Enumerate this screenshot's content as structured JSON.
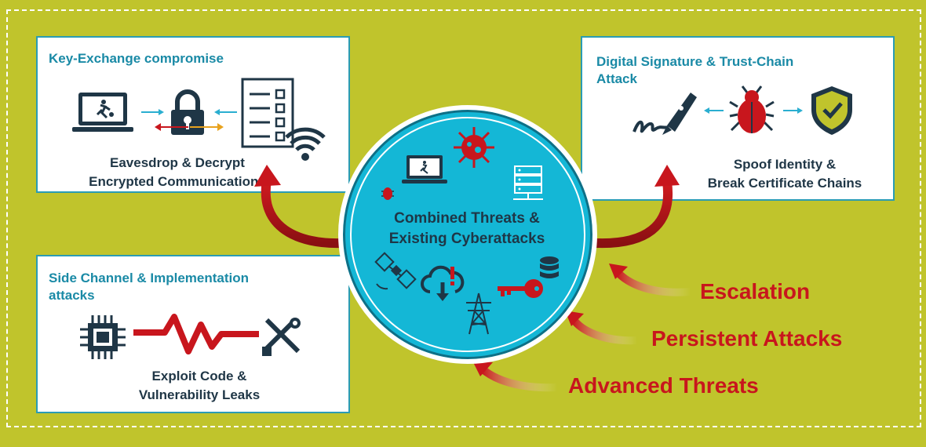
{
  "boxes": {
    "key_exchange": {
      "title": "Key-Exchange compromise",
      "caption_line1": "Eavesdrop & Decrypt",
      "caption_line2": "Encrypted Communications"
    },
    "signature": {
      "title_line1": "Digital Signature & Trust-Chain",
      "title_line2": "Attack",
      "caption_line1": "Spoof Identity &",
      "caption_line2": "Break Certificate Chains"
    },
    "side_channel": {
      "title_line1": "Side Channel & Implementation",
      "title_line2": "attacks",
      "caption_line1": "Exploit Code &",
      "caption_line2": "Vulnerability Leaks"
    }
  },
  "center": {
    "line1": "Combined Threats &",
    "line2": "Existing Cyberattacks"
  },
  "threats": {
    "escalation": "Escalation",
    "persistent": "Persistent Attacks",
    "advanced": "Advanced Threats"
  },
  "colors": {
    "background": "#c0c42c",
    "accent_teal": "#1a8aa6",
    "circle": "#14b7d6",
    "threat_red": "#c8161d",
    "icon_dark": "#1f3646"
  }
}
